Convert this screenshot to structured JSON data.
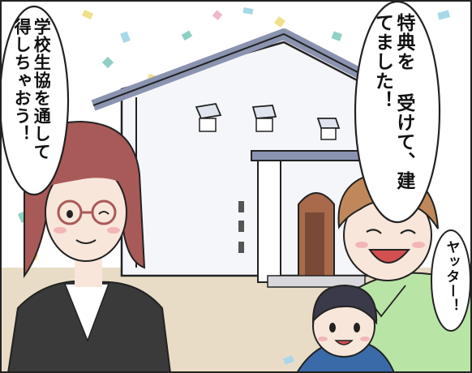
{
  "dialogue": {
    "mother_lines": [
      "学校生協を通して",
      "得しちゃおう！"
    ],
    "father_lines": [
      "特典を",
      "受けて、建てました！"
    ],
    "child_line": "ヤッター！"
  },
  "colors": {
    "outline": "#222222",
    "sky": "#ffffff",
    "house_wall": "#f4f6fa",
    "house_roof": "#8a93b0",
    "door": "#a86a4a",
    "mother_hair": "#a85a58",
    "father_hair": "#c0885a",
    "child_hair": "#3a3a4a",
    "suit": "#3a3a3a",
    "father_shirt": "#b8e4a6",
    "ground": "#e9dcc6",
    "confetti_yellow": "#f0e08a",
    "confetti_blue": "#a8d8e8",
    "confetti_teal": "#8fd0c4",
    "confetti_pink": "#f0b8c8"
  }
}
